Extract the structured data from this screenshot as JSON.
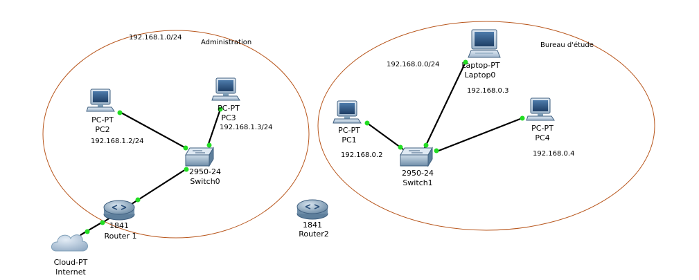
{
  "colors": {
    "area_border": "#b8561c",
    "link": "#000000",
    "port": "#22dd22",
    "device_light": "#c9d9e8",
    "device_dark": "#3f5f7f",
    "screen": "#2a4f7a",
    "router_body": "#7f9fb8",
    "cloud": "#b7c9dd"
  },
  "areas": {
    "admin": {
      "label": "Administration",
      "network": "192.168.1.0/24"
    },
    "bureau": {
      "label": "Bureau d'étude",
      "network": "192.168.0.0/24"
    }
  },
  "devices": {
    "pc2": {
      "model": "PC-PT",
      "name": "PC2",
      "ip": "192.168.1.2/24",
      "icon": "desktop-pc-icon"
    },
    "pc3": {
      "model": "PC-PT",
      "name": "PC3",
      "ip": "192.168.1.3/24",
      "icon": "desktop-pc-icon"
    },
    "switch0": {
      "model": "2950-24",
      "name": "Switch0",
      "icon": "switch-icon"
    },
    "router1": {
      "model": "1841",
      "name": "Router 1",
      "icon": "router-icon"
    },
    "internet": {
      "model": "Cloud-PT",
      "name": "Internet",
      "icon": "cloud-icon"
    },
    "router2": {
      "model": "1841",
      "name": "Router2",
      "icon": "router-icon"
    },
    "pc1": {
      "model": "PC-PT",
      "name": "PC1",
      "ip": "192.168.0.2",
      "icon": "desktop-pc-icon"
    },
    "laptop0": {
      "model": "Laptop-PT",
      "name": "Laptop0",
      "ip": "192.168.0.3",
      "icon": "laptop-icon"
    },
    "pc4": {
      "model": "PC-PT",
      "name": "PC4",
      "ip": "192.168.0.4",
      "icon": "desktop-pc-icon"
    },
    "switch1": {
      "model": "2950-24",
      "name": "Switch1",
      "icon": "switch-icon"
    }
  }
}
